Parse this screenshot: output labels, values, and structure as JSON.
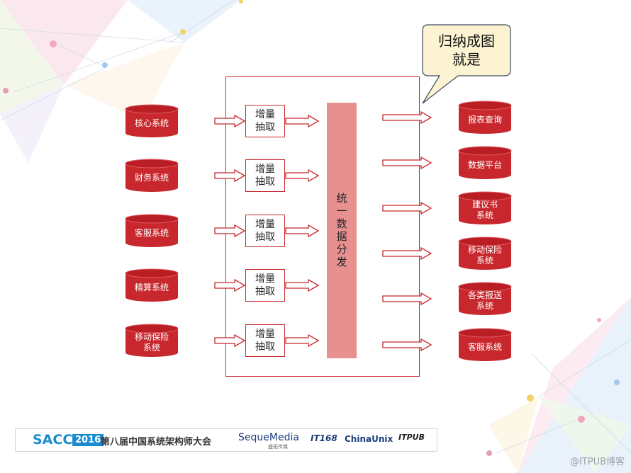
{
  "sources": [
    {
      "label": "核心系统"
    },
    {
      "label": "财务系统"
    },
    {
      "label": "客服系统"
    },
    {
      "label": "精算系统"
    },
    {
      "label": "移动保险\n系统"
    }
  ],
  "extract_label": "增量\n抽取",
  "hub_label": "统一数据分发",
  "targets": [
    {
      "label": "报表查询"
    },
    {
      "label": "数据平台"
    },
    {
      "label": "建议书\n系统"
    },
    {
      "label": "移动保险\n系统"
    },
    {
      "label": "各类报送\n系统"
    },
    {
      "label": "客服系统"
    }
  ],
  "callout": "归纳成图\n就是",
  "colors": {
    "accent": "#c8282d",
    "hub": "#e89090",
    "callout_fill": "#fbf3d1"
  },
  "footer": {
    "sacc": "SACC",
    "year": "2016",
    "conference": "第八届中国系统架构师大会",
    "sequemedia": "SequeMedia",
    "sequemedia_sub": "盛拓传媒",
    "it168": "IT168",
    "chinaunix": "ChinaUnix",
    "itpub": "ITPUB"
  },
  "watermark": "@ITPUB博客"
}
